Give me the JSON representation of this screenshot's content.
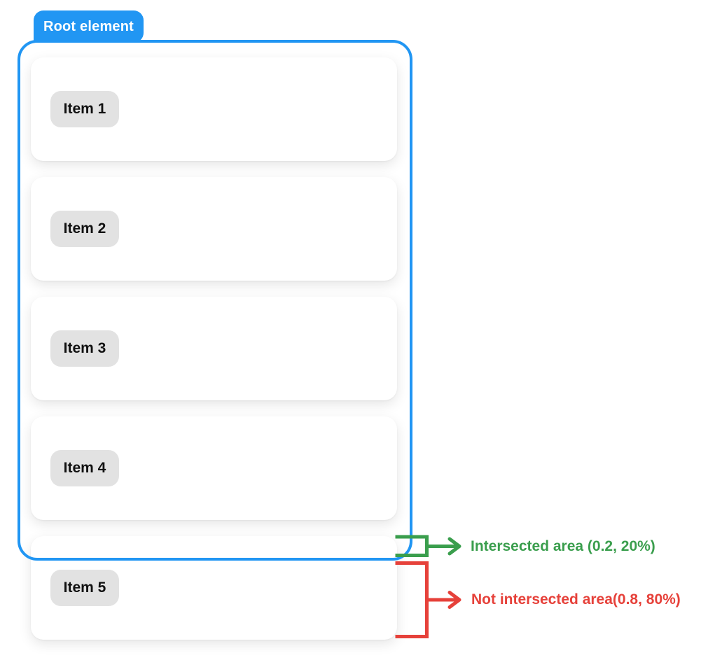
{
  "root": {
    "label": "Root element",
    "border_color": "#2196F3"
  },
  "items": [
    {
      "label": "Item 1"
    },
    {
      "label": "Item 2"
    },
    {
      "label": "Item 3"
    },
    {
      "label": "Item 4"
    },
    {
      "label": "Item 5"
    }
  ],
  "annotations": {
    "intersected": {
      "label": "Intersected area (0.2, 20%)",
      "ratio": "0.2",
      "percent": "20%",
      "color": "#3A9E4D"
    },
    "not_intersected": {
      "label": "Not intersected area(0.8, 80%)",
      "ratio": "0.8",
      "percent": "80%",
      "color": "#E6413A"
    }
  },
  "colors": {
    "root_border": "#2196F3",
    "card_background": "#FFFFFF",
    "chip_background": "#E2E2E2",
    "page_background": "#FFFFFF"
  }
}
